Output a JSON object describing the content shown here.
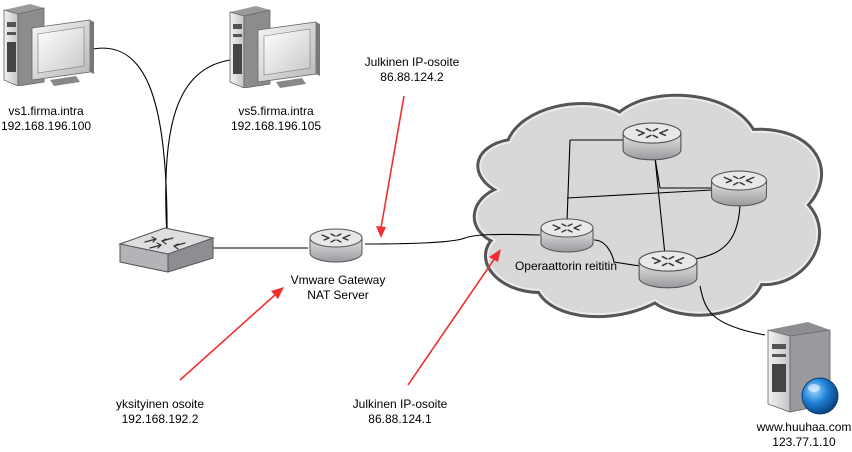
{
  "colors": {
    "background": "#ffffff",
    "cloud_fill": "#d4d4d4",
    "cloud_stroke": "#555555",
    "device_fill": "#c8c8cc",
    "arrow": "#f03030",
    "link": "#000000"
  },
  "nodes": {
    "vs1": {
      "icon": "workstation-icon",
      "name": "vs1.firma.intra",
      "ip": "192.168.196.100"
    },
    "vs5": {
      "icon": "workstation-icon",
      "name": "vs5.firma.intra",
      "ip": "192.168.196.105"
    },
    "switch": {
      "icon": "network-switch-icon"
    },
    "gateway": {
      "icon": "router-icon",
      "line1": "Vmware Gateway",
      "line2": "NAT Server"
    },
    "operator_router": {
      "icon": "router-icon",
      "label": "Operaattorin reititin"
    },
    "cloud_routers": [
      "router-icon",
      "router-icon",
      "router-icon"
    ],
    "web_server": {
      "icon": "web-server-icon",
      "name": "www.huuhaa.com",
      "ip": "123.77.1.10"
    }
  },
  "annotations": {
    "public_ip_gateway": {
      "title": "Julkinen IP-osoite",
      "value": "86.88.124.2"
    },
    "private_ip": {
      "title": "yksityinen osoite",
      "value": "192.168.192.2"
    },
    "public_ip_operator": {
      "title": "Julkinen IP-osoite",
      "value": "86.88.124.1"
    }
  }
}
